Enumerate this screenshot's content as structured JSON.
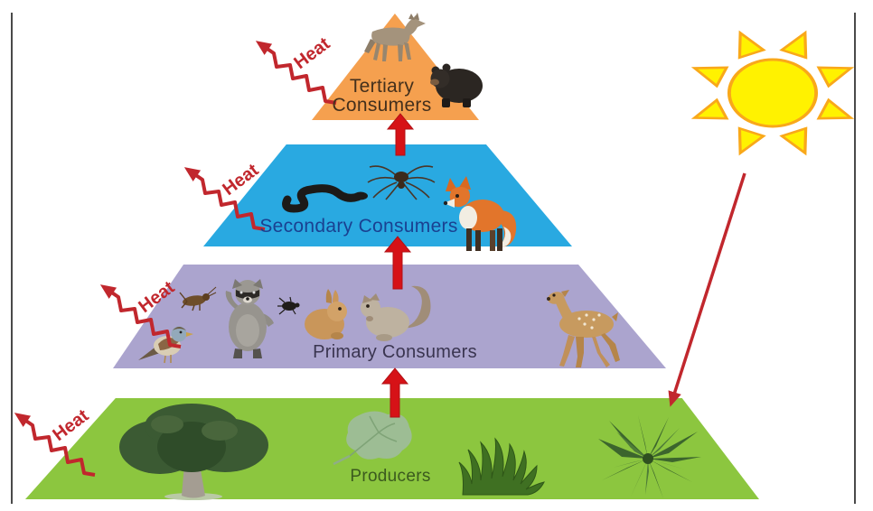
{
  "diagram": {
    "kind": "energy-pyramid",
    "heat_label": "Heat",
    "levels": [
      {
        "id": "tertiary-consumers",
        "line1": "Tertiary",
        "line2": "Consumers",
        "label": "Tertiary Consumers",
        "color": "#f5a04f",
        "label_color": "#44301c",
        "organisms": "coyote, black bear"
      },
      {
        "id": "secondary-consumers",
        "label": "Secondary Consumers",
        "color": "#29a9e1",
        "label_color": "#1a4191",
        "organisms": "snake, spider, red fox"
      },
      {
        "id": "primary-consumers",
        "label": "Primary Consumers",
        "color": "#aba4ce",
        "label_color": "#3a3550",
        "organisms": "cricket, sparrow, raccoon, beetle, rabbit, squirrel, fawn"
      },
      {
        "id": "producers",
        "label": "Producers",
        "color": "#8cc63f",
        "label_color": "#3b5a1e",
        "organisms": "tree, leaf, grass, fern"
      }
    ],
    "colors": {
      "flow_arrow": "#d61217",
      "heat_arrow": "#c1272d",
      "sun_fill": "#fff200",
      "sun_stroke": "#f9a81a",
      "sunlight_arrow": "#c1272d"
    }
  }
}
